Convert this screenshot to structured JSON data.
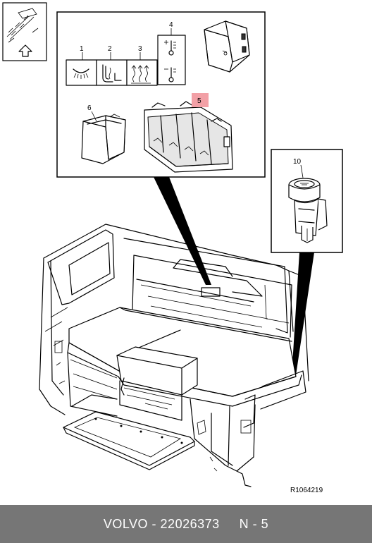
{
  "callouts": {
    "c1": "1",
    "c2": "2",
    "c3": "3",
    "c4": "4",
    "c5": "5",
    "c6": "6",
    "c10": "10"
  },
  "drawing_ref": "R1064219",
  "footer": {
    "brand": "VOLVO",
    "separator": " - ",
    "part_number": "22026373",
    "section": "N - 5"
  },
  "colors": {
    "footer_bg": "#767676",
    "highlight": "#f2a0a6"
  },
  "icons": [
    "orientation-icon",
    "arrow-up-icon",
    "interior-light-icon",
    "seat-heat-icon",
    "rear-heat-icon",
    "temperature-icon"
  ]
}
